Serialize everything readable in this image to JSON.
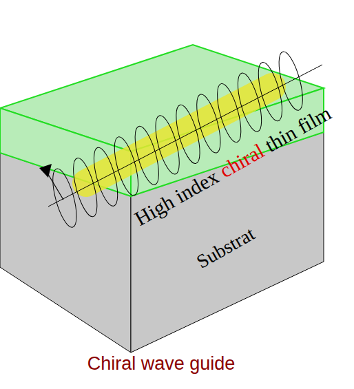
{
  "diagram": {
    "caption": "Chiral wave guide",
    "nodes": [
      {
        "text": [
          "High index chiral thin film"
        ]
      },
      {
        "text": [
          "Substrat"
        ]
      }
    ]
  }
}
